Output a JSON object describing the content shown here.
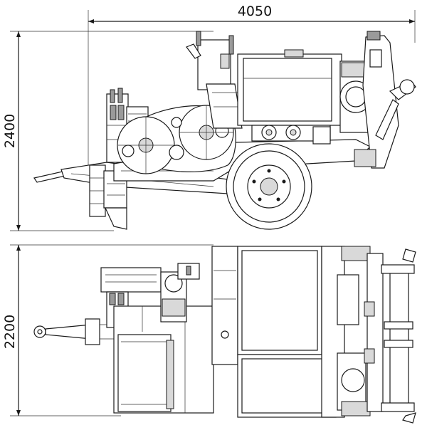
{
  "dimensions": {
    "overall_length": "4050",
    "overall_height": "2400",
    "overall_width": "2200"
  }
}
